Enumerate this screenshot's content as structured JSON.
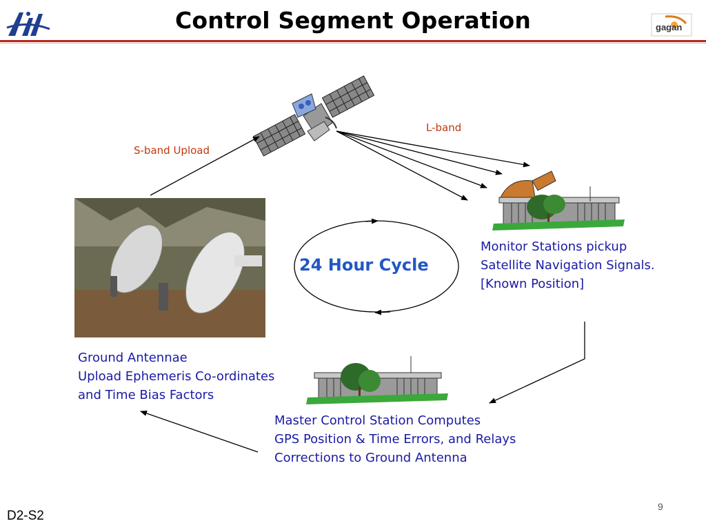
{
  "title": "Control Segment Operation",
  "labels": {
    "s_band": "S-band Upload",
    "l_band": "L-band",
    "cycle": "24 Hour Cycle"
  },
  "monitor": {
    "lines": [
      "Monitor Stations pickup",
      "Satellite Navigation Signals.",
      "[Known Position]"
    ]
  },
  "ground": {
    "lines": [
      "Ground Antennae",
      "Upload Ephemeris Co-ordinates",
      "and Time Bias Factors"
    ]
  },
  "master": {
    "lines": [
      "Master Control Station Computes",
      "GPS Position & Time Errors, and Relays",
      "Corrections to Ground Antenna"
    ]
  },
  "page_number": "9",
  "footer": "D2-S2",
  "logo_right_text": "gagan",
  "colors": {
    "title_rule": "#b02a1e",
    "label_red": "#c0390f",
    "text_blue": "#1a1aa6",
    "cycle_blue": "#2157c4"
  }
}
